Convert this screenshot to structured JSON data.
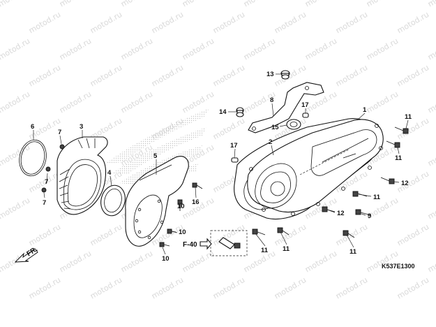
{
  "watermark_text": "motod.ru",
  "diagram_code": "K537E1300",
  "front_arrow_label": "FR.",
  "ref_label": "F-40",
  "callouts": [
    {
      "id": "c1",
      "label": "1"
    },
    {
      "id": "c2",
      "label": "2"
    },
    {
      "id": "c3",
      "label": "3"
    },
    {
      "id": "c4",
      "label": "4"
    },
    {
      "id": "c5",
      "label": "5"
    },
    {
      "id": "c6",
      "label": "6"
    },
    {
      "id": "c7a",
      "label": "7"
    },
    {
      "id": "c7b",
      "label": "7"
    },
    {
      "id": "c7c",
      "label": "7"
    },
    {
      "id": "c8",
      "label": "8"
    },
    {
      "id": "c9",
      "label": "9"
    },
    {
      "id": "c10a",
      "label": "10"
    },
    {
      "id": "c10b",
      "label": "10"
    },
    {
      "id": "c10c",
      "label": "10"
    },
    {
      "id": "c11a",
      "label": "11"
    },
    {
      "id": "c11b",
      "label": "11"
    },
    {
      "id": "c11c",
      "label": "11"
    },
    {
      "id": "c11d",
      "label": "11"
    },
    {
      "id": "c11e",
      "label": "11"
    },
    {
      "id": "c11f",
      "label": "11"
    },
    {
      "id": "c12a",
      "label": "12"
    },
    {
      "id": "c12b",
      "label": "12"
    },
    {
      "id": "c13",
      "label": "13"
    },
    {
      "id": "c14",
      "label": "14"
    },
    {
      "id": "c15",
      "label": "15"
    },
    {
      "id": "c16",
      "label": "16"
    },
    {
      "id": "c17a",
      "label": "17"
    },
    {
      "id": "c17b",
      "label": "17"
    }
  ]
}
